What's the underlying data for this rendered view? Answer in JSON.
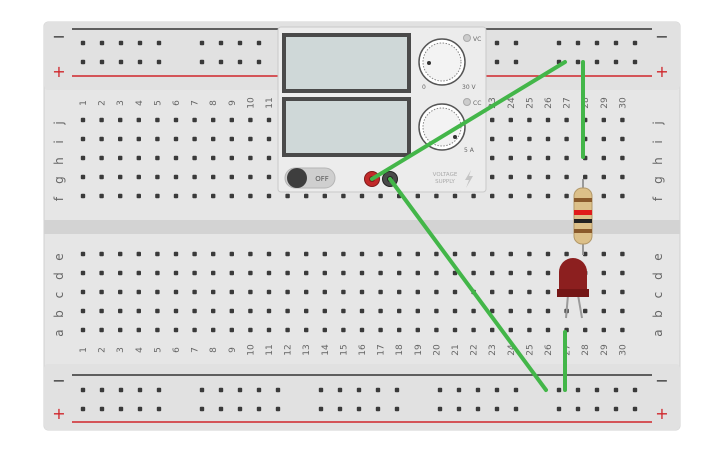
{
  "breadboard": {
    "column_numbers": [
      "1",
      "2",
      "3",
      "4",
      "5",
      "6",
      "7",
      "8",
      "9",
      "10",
      "11",
      "12",
      "13",
      "14",
      "15",
      "16",
      "17",
      "18",
      "19",
      "20",
      "21",
      "22",
      "23",
      "24",
      "25",
      "26",
      "27",
      "28",
      "29",
      "30"
    ],
    "top_rows": [
      "j",
      "i",
      "h",
      "g",
      "f"
    ],
    "bottom_rows": [
      "e",
      "d",
      "c",
      "b",
      "a"
    ],
    "rail_minus": "−",
    "rail_plus": "+"
  },
  "power_supply": {
    "voltage_indicator": "VC",
    "current_indicator": "CC",
    "voltage_min": "0",
    "voltage_max": "30 V",
    "current_max": "5 A",
    "switch_label": "OFF",
    "brand_line1": "VOLTAGE",
    "brand_line2": "SUPPLY",
    "bolt_icon": "lightning-bolt-icon",
    "switch_state": "off"
  },
  "colors": {
    "board": "#e5e5e5",
    "hole": "#3a3a3a",
    "rail_red": "#d0262b",
    "rail_dark": "#333333",
    "wire": "#43b649",
    "led": "#8c1f1f",
    "terminal_positive": "#c22a2a",
    "terminal_negative": "#444444",
    "display": "#cfd8d8"
  },
  "components": [
    "resistor",
    "led",
    "wires"
  ]
}
